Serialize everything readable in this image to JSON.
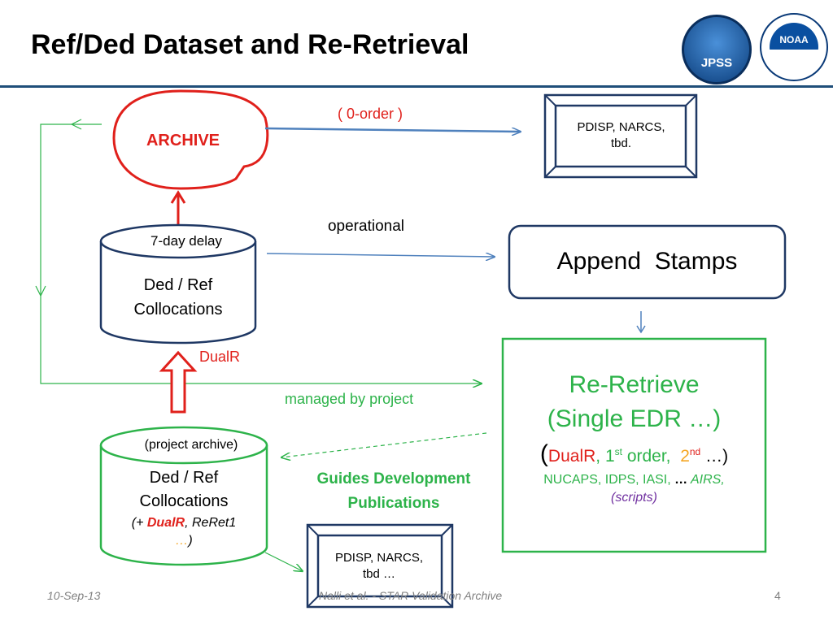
{
  "title": "Ref/Ded Dataset and Re-Retrieval",
  "logos": {
    "jpss": "JPSS",
    "noaa": "NOAA"
  },
  "archive": {
    "label": "ARCHIVE"
  },
  "zero_order": "( 0-order )",
  "pdisp_top": {
    "line1": "PDISP, NARCS,",
    "line2": "tbd."
  },
  "operational": "operational",
  "append": "Append  Stamps",
  "cyl_top": {
    "header": "7-day delay",
    "line1": "Ded / Ref",
    "line2": "Collocations"
  },
  "dualr_label": "DualR",
  "managed": "managed by project",
  "reretrieve": {
    "line1": "Re-Retrieve",
    "line2": "(Single EDR …)",
    "line3_open": "(",
    "line3_dualr": "DualR",
    "line3_a": ", 1",
    "line3_sup1": "st",
    "line3_b": " order,  ",
    "line3_2": "2",
    "line3_sup2": "nd",
    "line3_c": " …)",
    "line4_a": "NUCAPS, IDPS, IASI, ",
    "line4_dots": "…",
    "line4_airs": " AIRS,",
    "line5": "(scripts)"
  },
  "cyl_bottom": {
    "header": "(project archive)",
    "line1": "Ded / Ref",
    "line2": "Collocations",
    "line3_a": "(+ ",
    "line3_dualr": "DualR",
    "line3_b": ", ReRet1",
    "line4_dots": "…",
    "line4_close": ")"
  },
  "guides": {
    "line1": "Guides Development",
    "line2": "Publications"
  },
  "pdisp_bottom": {
    "line1": "PDISP, NARCS,",
    "line2": "tbd …"
  },
  "footer": {
    "date": "10-Sep-13",
    "center": "Nalli et al. - STAR Validation Archive",
    "page": "4"
  },
  "colors": {
    "red": "#e0201b",
    "blue": "#4f81bd",
    "navy": "#1f3864",
    "green": "#2db34a",
    "orange": "#f5a623",
    "purple": "#7030a0"
  }
}
